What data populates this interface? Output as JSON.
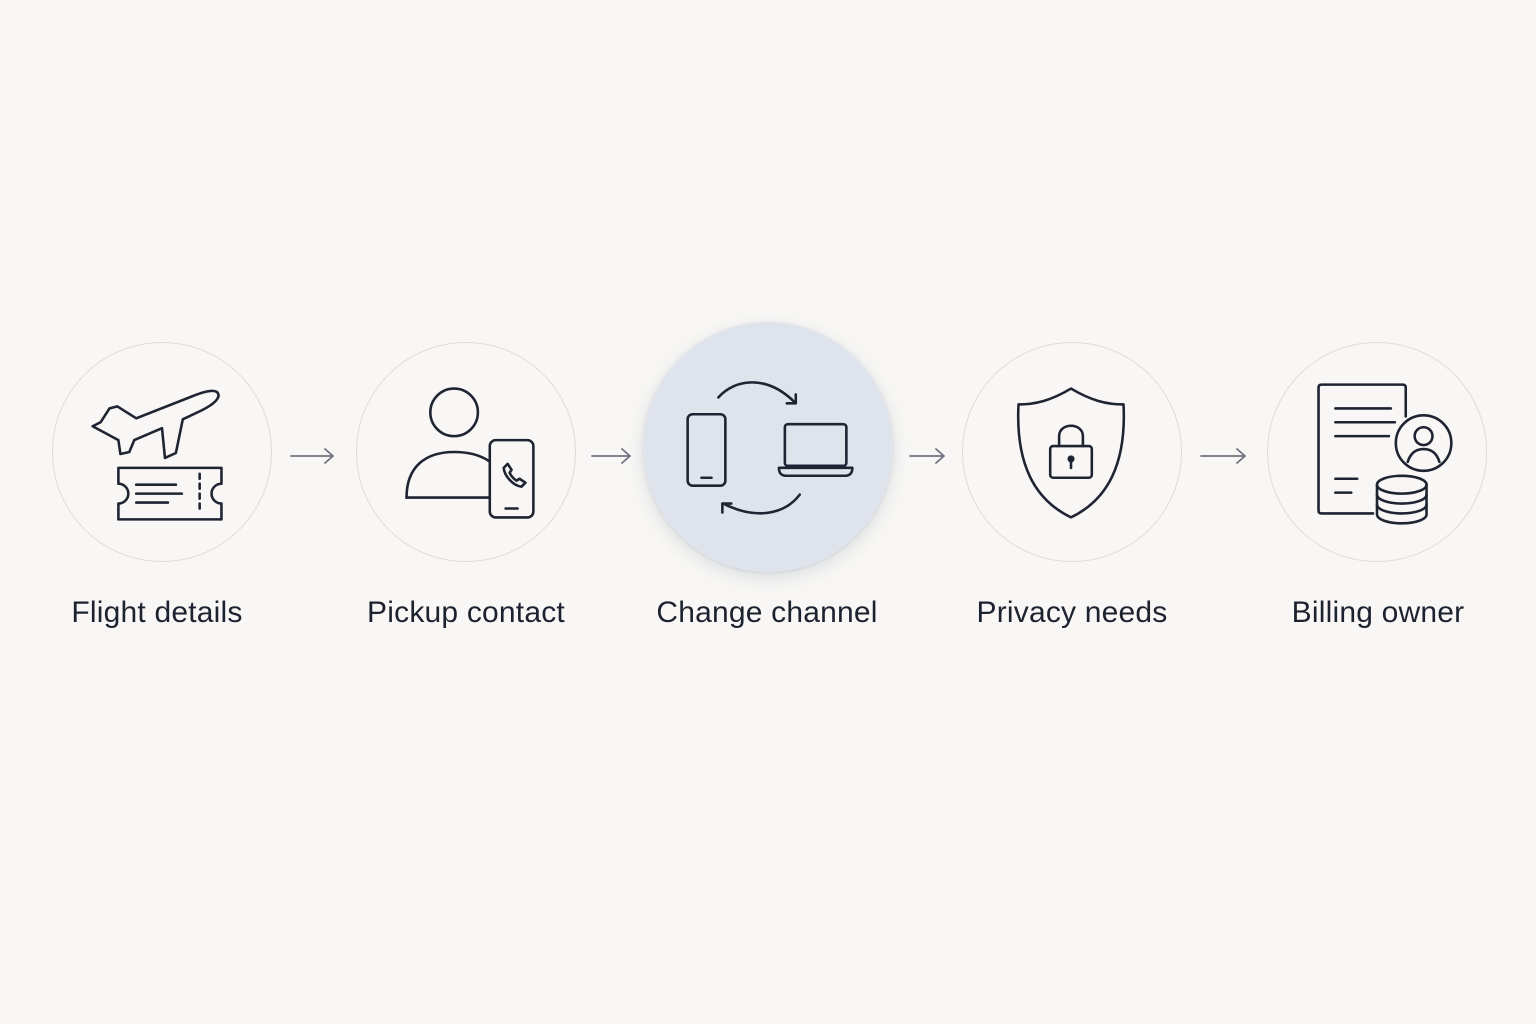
{
  "steps": [
    {
      "label": "Flight details",
      "icon": "plane-ticket-icon",
      "active": false
    },
    {
      "label": "Pickup contact",
      "icon": "person-phone-icon",
      "active": false
    },
    {
      "label": "Change channel",
      "icon": "device-sync-icon",
      "active": true
    },
    {
      "label": "Privacy needs",
      "icon": "shield-lock-icon",
      "active": false
    },
    {
      "label": "Billing owner",
      "icon": "document-user-coins-icon",
      "active": false
    }
  ],
  "colors": {
    "background": "#f8f7f5",
    "stroke": "#1f2433",
    "circle_border": "#dedcd8",
    "active_fill": "#dfe3ec",
    "arrow": "#6f7480"
  }
}
